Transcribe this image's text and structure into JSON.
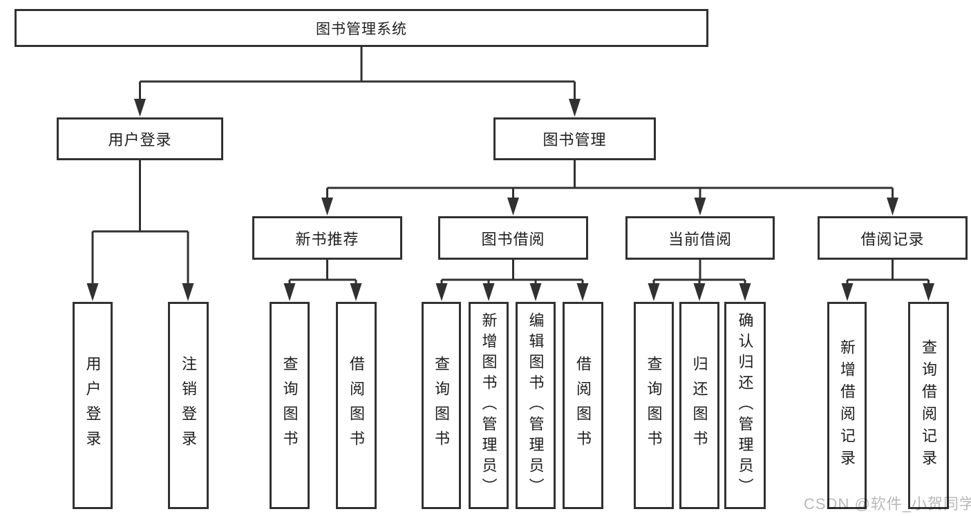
{
  "diagram": {
    "root": {
      "label": "图书管理系统"
    },
    "level2": [
      {
        "label": "用户登录"
      },
      {
        "label": "图书管理"
      }
    ],
    "level3": [
      {
        "label": "新书推荐"
      },
      {
        "label": "图书借阅"
      },
      {
        "label": "当前借阅"
      },
      {
        "label": "借阅记录"
      }
    ],
    "leaves": {
      "user": [
        "用户登录",
        "注销登录"
      ],
      "recommend": [
        "查询图书",
        "借阅图书"
      ],
      "borrow": [
        "查询图书",
        "新增图书（管理员）",
        "编辑图书（管理员）",
        "借阅图书"
      ],
      "current": [
        "查询图书",
        "归还图书",
        "确认归还（管理员）"
      ],
      "records": [
        "新增借阅记录",
        "查询借阅记录"
      ]
    }
  },
  "watermark": {
    "text": "CSDN @软件_小贺同学"
  },
  "colors": {
    "line": "#313131",
    "node_text": "#1e1e1e",
    "watermark_text": "#b9b9b9",
    "background": "#ffffff"
  }
}
